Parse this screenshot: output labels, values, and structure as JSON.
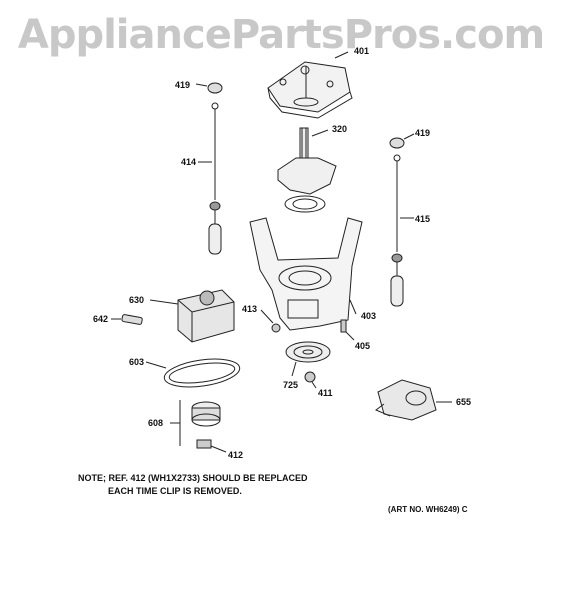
{
  "watermark": "AppliancePartsPros.com",
  "parts": {
    "p401": "401",
    "p419a": "419",
    "p320": "320",
    "p419b": "419",
    "p414": "414",
    "p415": "415",
    "p630": "630",
    "p642": "642",
    "p413": "413",
    "p403": "403",
    "p405": "405",
    "p603": "603",
    "p725": "725",
    "p411": "411",
    "p655": "655",
    "p608": "608",
    "p412": "412"
  },
  "note": {
    "line1": "NOTE; REF. 412 (WH1X2733) SHOULD BE REPLACED",
    "line2": "EACH TIME CLIP IS REMOVED."
  },
  "art_number": "(ART NO. WH6249) C"
}
